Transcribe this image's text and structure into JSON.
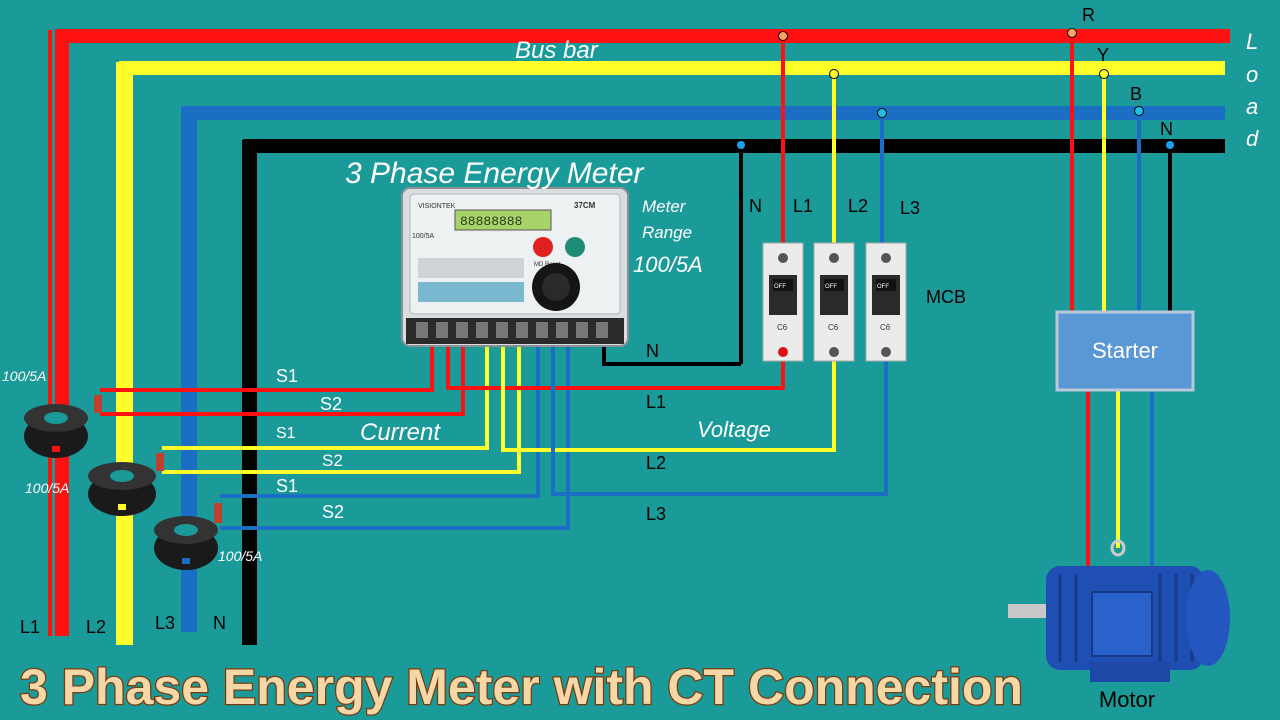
{
  "title": "3 Phase Energy Meter with CT Connection",
  "bus_bar_label": "Bus bar",
  "load_label": [
    "L",
    "o",
    "a",
    "d"
  ],
  "bus_phase_labels": {
    "r": "R",
    "y": "Y",
    "b": "B",
    "n": "N"
  },
  "meter": {
    "title": "3 Phase Energy Meter",
    "range_label_1": "Meter",
    "range_label_2": "Range",
    "range_value": "100/5A",
    "brand": "VISIONTEK",
    "model": "37CM",
    "rating": "100/5A",
    "reset_label": "MD Reset"
  },
  "mcb": {
    "label": "MCB",
    "top_labels": {
      "n": "N",
      "l1": "L1",
      "l2": "L2",
      "l3": "L3"
    },
    "off_text": "OFF",
    "rating": "C6"
  },
  "wiring_labels": {
    "s1_a": "S1",
    "s2_a": "S2",
    "s1_b": "S1",
    "s2_b": "S2",
    "s1_c": "S1",
    "s2_c": "S2",
    "current": "Current",
    "voltage": "Voltage",
    "meter_n": "N",
    "l1": "L1",
    "l2": "L2",
    "l3": "L3"
  },
  "ct_ratings": [
    "100/5A",
    "100/5A",
    "100/5A"
  ],
  "source_labels": {
    "l1": "L1",
    "l2": "L2",
    "l3": "L3",
    "n": "N"
  },
  "starter_label": "Starter",
  "motor_label": "Motor",
  "colors": {
    "background": "#1a9a98",
    "red": "#ff1111",
    "yellow": "#ffff2a",
    "blue": "#1a6fc4",
    "black": "#000000",
    "starter": "#5a97d5",
    "title_fill": "#f6d7a8",
    "title_stroke": "#7a3b0c"
  }
}
